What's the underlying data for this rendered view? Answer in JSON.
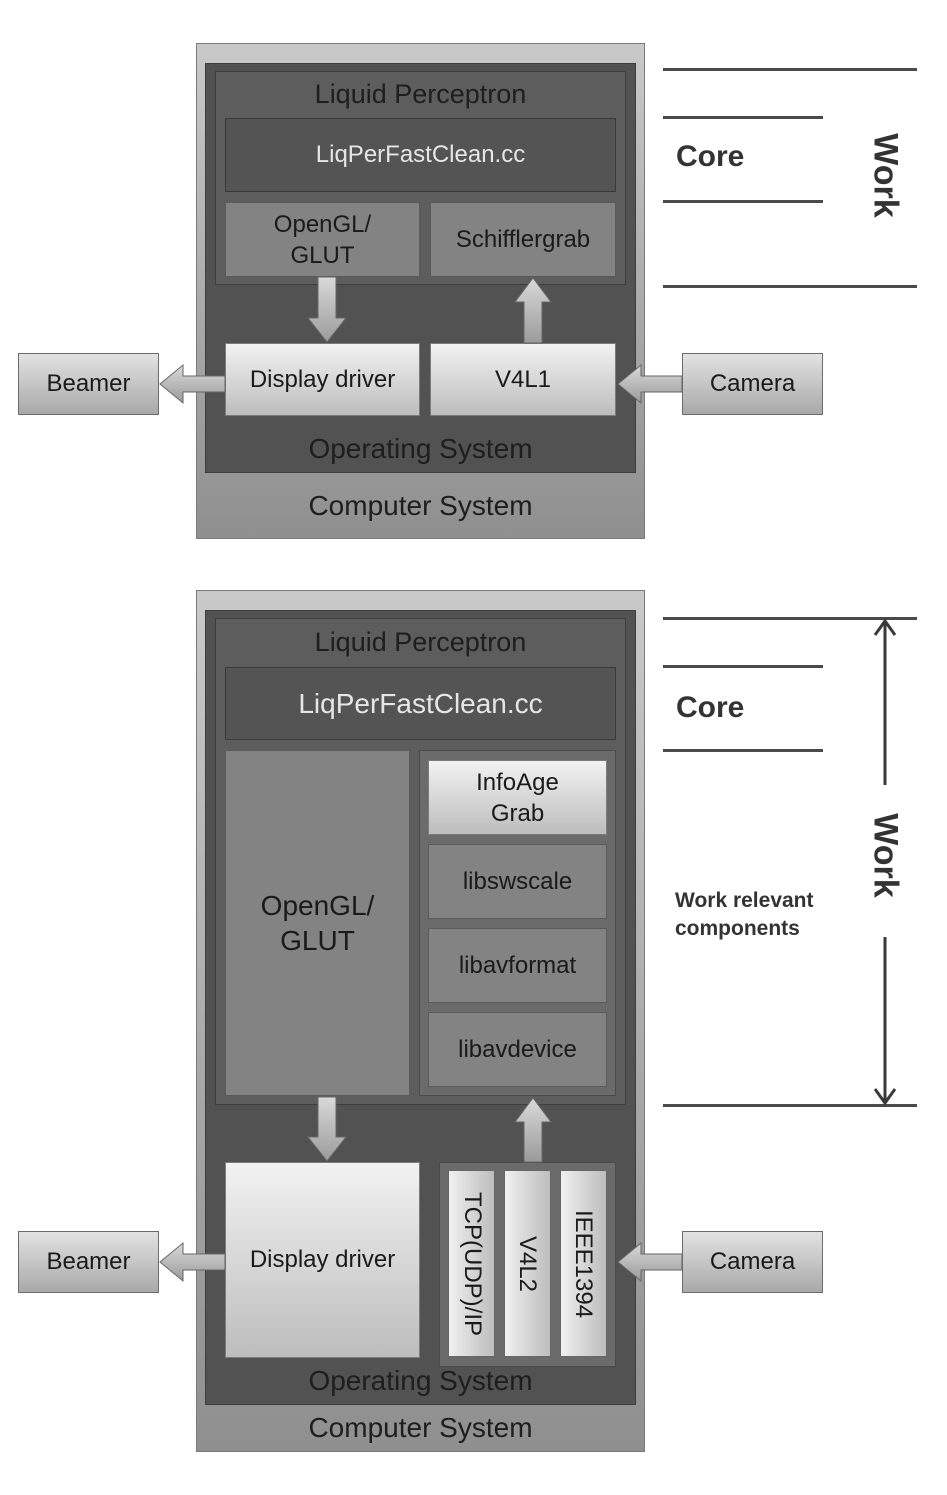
{
  "top": {
    "computer_system": "Computer System",
    "operating_system": "Operating System",
    "liquid_perceptron": "Liquid Perceptron",
    "source_file": "LiqPerFastClean.cc",
    "opengl": "OpenGL/\nGLUT",
    "grabber": "Schifflergrab",
    "display_driver": "Display driver",
    "v4l": "V4L1",
    "beamer": "Beamer",
    "camera": "Camera",
    "core_label": "Core",
    "work_label": "Work"
  },
  "bottom": {
    "computer_system": "Computer System",
    "operating_system": "Operating System",
    "liquid_perceptron": "Liquid Perceptron",
    "source_file": "LiqPerFastClean.cc",
    "opengl": "OpenGL/\nGLUT",
    "grabber": "InfoAge\nGrab",
    "libs": [
      "libswscale",
      "libavformat",
      "libavdevice"
    ],
    "display_driver": "Display driver",
    "drivers": [
      "TCP(UDP)/IP",
      "V4L2",
      "IEEE1394"
    ],
    "beamer": "Beamer",
    "camera": "Camera",
    "core_label": "Core",
    "work_label": "Work",
    "work_relevant": "Work relevant\ncomponents"
  }
}
